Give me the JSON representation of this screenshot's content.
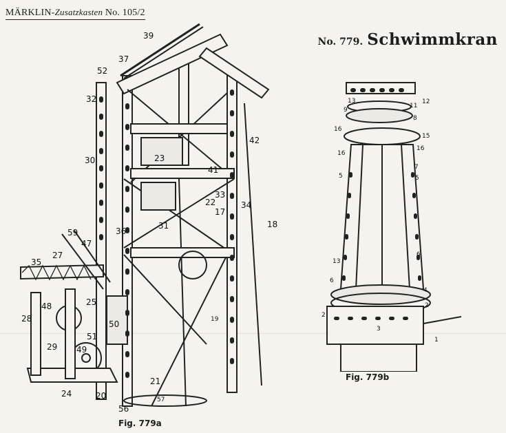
{
  "header": {
    "brand": "MÄRKLIN",
    "sub": "Zusatzkasten",
    "number": "No. 105/2"
  },
  "title": {
    "number": "No. 779.",
    "name": "Schwimmkran"
  },
  "figures": {
    "a": {
      "caption": "Fig. 779a",
      "labels": [
        "39",
        "37",
        "52",
        "32",
        "30",
        "23",
        "41",
        "42",
        "33",
        "22",
        "17",
        "34",
        "18",
        "31",
        "36",
        "59",
        "47",
        "35",
        "27",
        "25",
        "48",
        "28",
        "50",
        "51",
        "29",
        "49",
        "24",
        "20",
        "21",
        "57",
        "56",
        "19"
      ]
    },
    "b": {
      "caption": "Fig. 779b",
      "labels": [
        "13",
        "11",
        "12",
        "9",
        "8",
        "16",
        "15",
        "16",
        "16",
        "7",
        "5",
        "5",
        "13",
        "6",
        "6",
        "4",
        "2",
        "2",
        "3",
        "1"
      ]
    }
  },
  "colors": {
    "paper": "#f4f3ee",
    "ink": "#1d1d1d"
  }
}
